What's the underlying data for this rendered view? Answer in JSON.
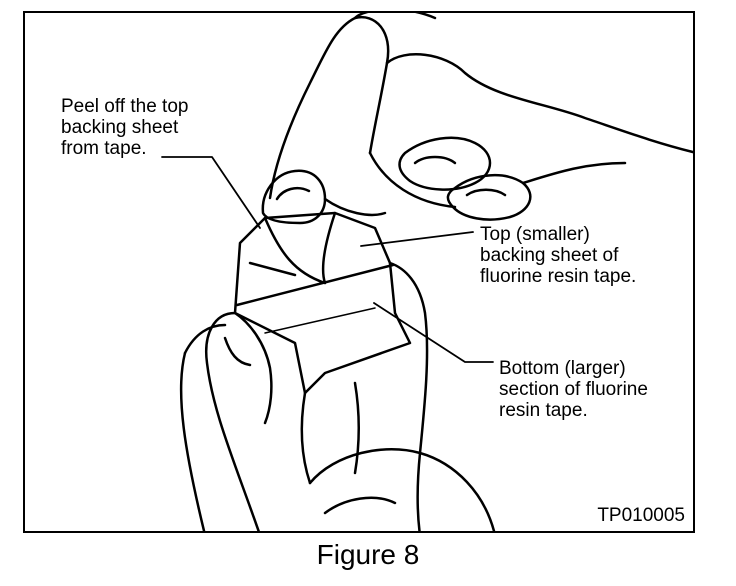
{
  "figure": {
    "caption": "Figure 8",
    "code": "TP010005",
    "callouts": {
      "peel": "Peel off the top\nbacking sheet\nfrom tape.",
      "top_sheet": "Top (smaller)\nbacking  sheet of\nfluorine resin tape.",
      "bottom_section": "Bottom (larger)\nsection of fluorine\nresin tape."
    }
  }
}
